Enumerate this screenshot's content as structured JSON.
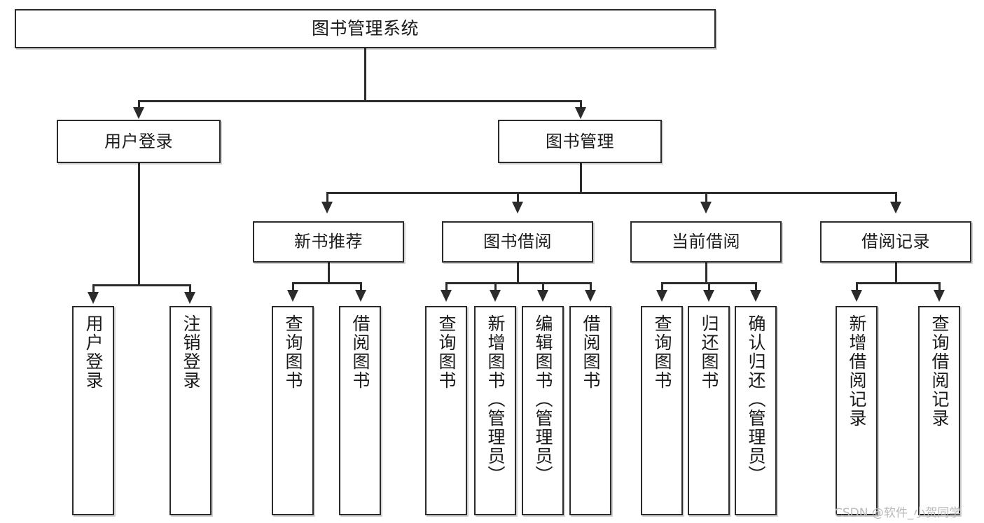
{
  "diagram": {
    "title": "图书管理系统",
    "type": "tree-hierarchy",
    "watermark": "CSDN @软件_小贺同学",
    "colors": {
      "stroke": "#2b2b2b",
      "fill": "#ffffff",
      "text": "#1a1a1a",
      "watermark": "#b9b9b9"
    },
    "nodes": {
      "root": {
        "label": "图书管理系统"
      },
      "level2": [
        {
          "id": "user-login",
          "label": "用户登录"
        },
        {
          "id": "book-manage",
          "label": "图书管理"
        }
      ],
      "level3": [
        {
          "id": "new-book-recommend",
          "label": "新书推荐"
        },
        {
          "id": "book-borrow",
          "label": "图书借阅"
        },
        {
          "id": "current-borrow",
          "label": "当前借阅"
        },
        {
          "id": "borrow-record",
          "label": "借阅记录"
        }
      ],
      "leaves": {
        "user_login": [
          {
            "id": "leaf-user-login",
            "label": "用户登录"
          },
          {
            "id": "leaf-logout",
            "label": "注销登录"
          }
        ],
        "new_book_recommend": [
          {
            "id": "leaf-query-book-1",
            "label": "查询图书"
          },
          {
            "id": "leaf-borrow-book-1",
            "label": "借阅图书"
          }
        ],
        "book_borrow": [
          {
            "id": "leaf-query-book-2",
            "label": "查询图书"
          },
          {
            "id": "leaf-add-book",
            "label": "新增图书（管理员）"
          },
          {
            "id": "leaf-edit-book",
            "label": "编辑图书（管理员）"
          },
          {
            "id": "leaf-borrow-book-2",
            "label": "借阅图书"
          }
        ],
        "current_borrow": [
          {
            "id": "leaf-query-book-3",
            "label": "查询图书"
          },
          {
            "id": "leaf-return-book",
            "label": "归还图书"
          },
          {
            "id": "leaf-confirm-return",
            "label": "确认归还（管理员）"
          }
        ],
        "borrow_record": [
          {
            "id": "leaf-add-record",
            "label": "新增借阅记录"
          },
          {
            "id": "leaf-query-record",
            "label": "查询借阅记录"
          }
        ]
      }
    }
  }
}
